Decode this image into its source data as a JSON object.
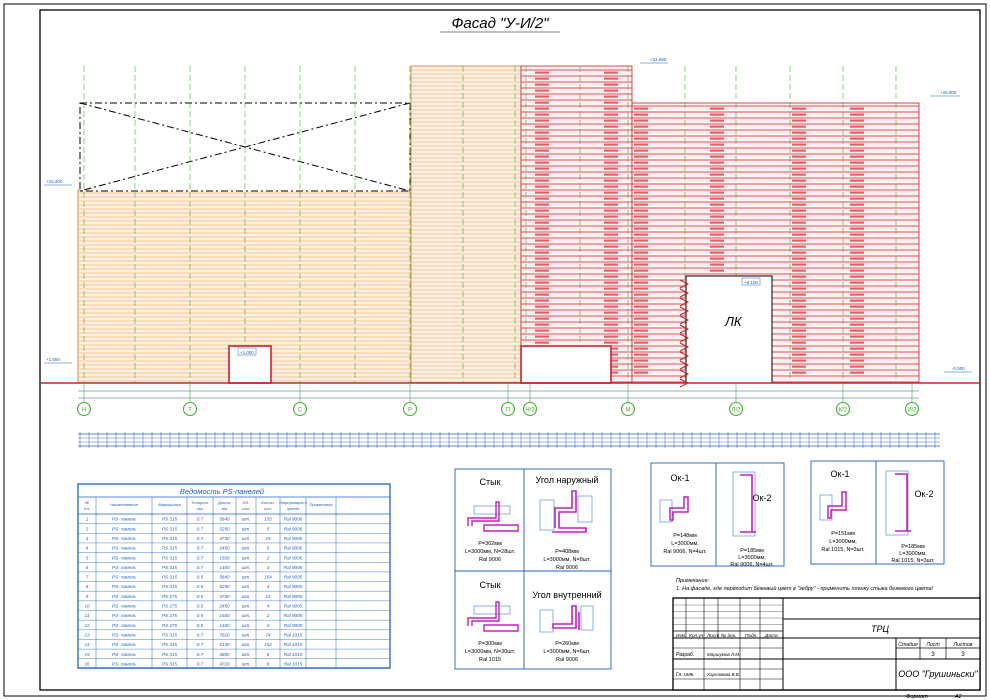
{
  "title": "Фасад \"У-И/2\"",
  "level_marks": [
    "+31.550",
    "+26.900",
    "+16.400",
    "+1.050",
    "+1.000",
    "-0.500",
    "+8.100"
  ],
  "lk_label": "ЛК",
  "axes": [
    "Н",
    "Т",
    "С",
    "Р",
    "П",
    "Н/2",
    "М",
    "Л/2",
    "К/2",
    "И/2"
  ],
  "vedomost": {
    "title": "Ведомость PS-панелей",
    "headers": [
      "№ п.п.",
      "Наименование",
      "Маркировка",
      "Толщина, мм",
      "Длина, мм",
      "Ед. изм.",
      "Кол-во, шт.",
      "Информация о цвете",
      "Примечание"
    ],
    "rows": [
      [
        "1",
        "PS- панель",
        "PS 315",
        "0.7",
        "5840",
        "шт.",
        "155",
        "Ral 9006",
        ""
      ],
      [
        "2",
        "PS- панель",
        "PS 315",
        "0.7",
        "5290",
        "шт.",
        "5",
        "Ral 9006",
        ""
      ],
      [
        "3",
        "PS- панель",
        "PS 315",
        "0.7",
        "4730",
        "шт.",
        "15",
        "Ral 9006",
        ""
      ],
      [
        "4",
        "PS- панель",
        "PS 315",
        "0.7",
        "2450",
        "шт.",
        "5",
        "Ral 9006",
        ""
      ],
      [
        "5",
        "PS- панель",
        "PS 315",
        "0.7",
        "1500",
        "шт.",
        "2",
        "Ral 9006",
        ""
      ],
      [
        "6",
        "PS- панель",
        "PS 315",
        "0.7",
        "1400",
        "шт.",
        "3",
        "Ral 9006",
        ""
      ],
      [
        "7",
        "PS- панель",
        "PS 315",
        "0.5",
        "5840",
        "шт.",
        "164",
        "Ral 9005",
        ""
      ],
      [
        "8",
        "PS- панель",
        "PS 315",
        "0.5",
        "5290",
        "шт.",
        "4",
        "Ral 9005",
        ""
      ],
      [
        "9",
        "PS- панель",
        "PS 275",
        "0.5",
        "4730",
        "шт.",
        "14",
        "Ral 9005",
        ""
      ],
      [
        "10",
        "PS- панель",
        "PS 275",
        "0.5",
        "2450",
        "шт.",
        "4",
        "Ral 9005",
        ""
      ],
      [
        "11",
        "PS- панель",
        "PS 275",
        "0.5",
        "1500",
        "шт.",
        "2",
        "Ral 9005",
        ""
      ],
      [
        "12",
        "PS- панель",
        "PS 275",
        "0.5",
        "1400",
        "шт.",
        "3",
        "Ral 9005",
        ""
      ],
      [
        "13",
        "PS- панель",
        "PS 315",
        "0.7",
        "7820",
        "шт.",
        "74",
        "Ral 1015",
        ""
      ],
      [
        "14",
        "PS- панель",
        "PS 315",
        "0.7",
        "6140",
        "шт.",
        "162",
        "Ral 1015",
        ""
      ],
      [
        "15",
        "PS- панель",
        "PS 315",
        "0.7",
        "4880",
        "шт.",
        "6",
        "Ral 1015",
        ""
      ],
      [
        "16",
        "PS- панель",
        "PS 315",
        "0.7",
        "4720",
        "шт.",
        "8",
        "Ral 1015",
        ""
      ]
    ]
  },
  "details": [
    {
      "title": "Стык",
      "lines": [
        "P=302мм",
        "L=3000мм, N=28шт.",
        "Ral 9006"
      ]
    },
    {
      "title": "Угол наружный",
      "lines": [
        "P=408мм",
        "L=3000мм, N=8шт.",
        "Ral 9006"
      ]
    },
    {
      "title": "Стык",
      "lines": [
        "P=300мм",
        "L=3000мм, N=30шт.",
        "Ral 1015"
      ]
    },
    {
      "title": "Угол внутренний",
      "lines": [
        "P=260мм",
        "L=3000мм, N=6шт.",
        "Ral 9006"
      ]
    },
    {
      "title": "Ок-1",
      "lines": [
        "P=148мм",
        "L=3000мм,",
        "Ral 9006, N=4шт."
      ]
    },
    {
      "title": "Ок-2",
      "lines": [
        "P=185мм",
        "L=3000мм,",
        "Ral 9006, N=4шт."
      ]
    },
    {
      "title": "Ок-1",
      "lines": [
        "P=151мм",
        "L=3000мм,",
        "Ral 1015, N=3шт."
      ]
    },
    {
      "title": "Ок-2",
      "lines": [
        "P=185мм",
        "L=3000мм,",
        "Ral 1015, N=3шт."
      ]
    }
  ],
  "notes": {
    "heading": "Примечание:",
    "text": "1. На фасаде, где переходит бежевый цвет в \"зебру\" - применить планку стыка бежевого цвета!"
  },
  "stamp": {
    "col_headers": [
      "Изм.",
      "Кол.уч.",
      "Лист",
      "№ док.",
      "Подп.",
      "Дата"
    ],
    "razrab_label": "Разраб.",
    "razrab_name": "Маршумов Л.М.",
    "gip_label": "Гл. инж.",
    "gip_name": "Харламова В.В.",
    "object": "ТРЦ",
    "stage_label": "Стадия",
    "sheet_label": "Лист",
    "sheets_label": "Листов",
    "sheet_value": "3",
    "sheets_value": "3",
    "company": "ООО \"Грушиньски\"",
    "format_label": "Формат",
    "format_value": "А2"
  },
  "colors": {
    "panel_orange": "#e8a050",
    "panel_red": "#d0202a",
    "grid_green": "#40b030",
    "axis_blue": "#2060c0",
    "profile_magenta": "#c020c0"
  }
}
